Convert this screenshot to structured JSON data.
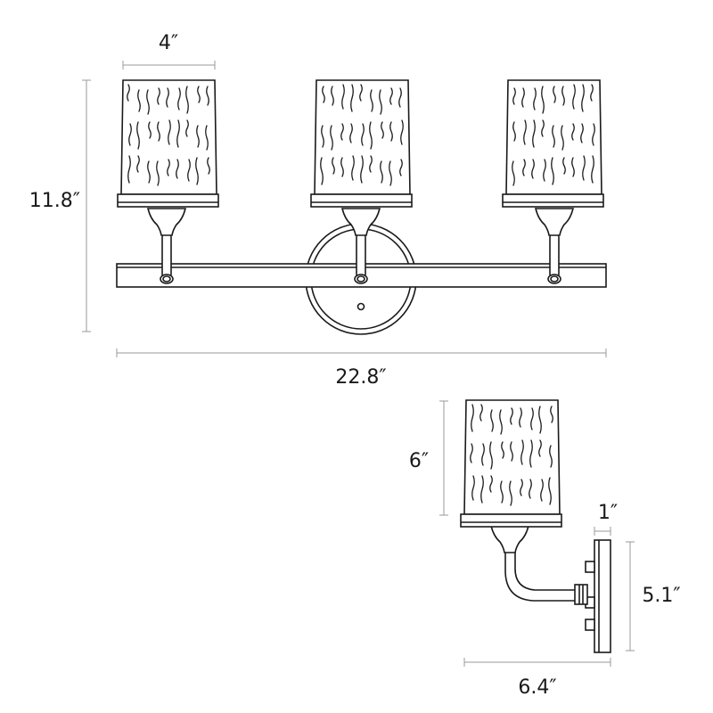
{
  "dimensions": {
    "shade_width": "4″",
    "overall_height": "11.8″",
    "overall_width": "22.8″",
    "shade_height": "6″",
    "backplate_depth": "1″",
    "backplate_height": "5.1″",
    "extension": "6.4″"
  },
  "colors": {
    "line": "#1a1a1a",
    "dimension_line": "#9a9a9a",
    "background": "#ffffff"
  }
}
